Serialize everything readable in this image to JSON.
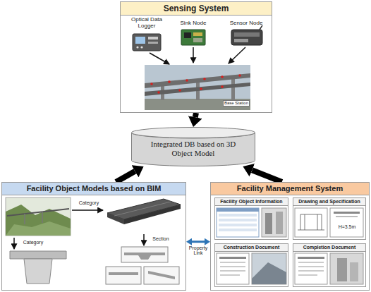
{
  "diagram": {
    "nodes": [
      {
        "text": [
          "Sensing System"
        ]
      },
      {
        "text": [
          "Integrated DB based on 3D Object Model"
        ]
      },
      {
        "text": [
          "Facility Object Models based on BIM"
        ]
      },
      {
        "text": [
          "Facility Management System"
        ]
      },
      {
        "text": [
          "Facility Object Information"
        ],
        "in": 3
      },
      {
        "text": [
          "Drawing and Specification"
        ],
        "in": 3
      },
      {
        "text": [
          "Construction Document"
        ],
        "in": 3
      },
      {
        "text": [
          "Completion Document"
        ],
        "in": 3
      }
    ],
    "edges": [
      {
        "from": 0,
        "to": 1,
        "arrow": "to"
      },
      {
        "from": 2,
        "to": 1,
        "arrow": "to"
      },
      {
        "from": 3,
        "to": 1,
        "arrow": "to"
      },
      {
        "from": 2,
        "to": 3,
        "arrow": "both",
        "label": "Property Link"
      }
    ],
    "labels": [
      "Optical Data Logger",
      "Sink Node",
      "Sensor Node",
      "Base Station",
      "Category",
      "Category",
      "Section",
      "H=3.5m"
    ]
  }
}
